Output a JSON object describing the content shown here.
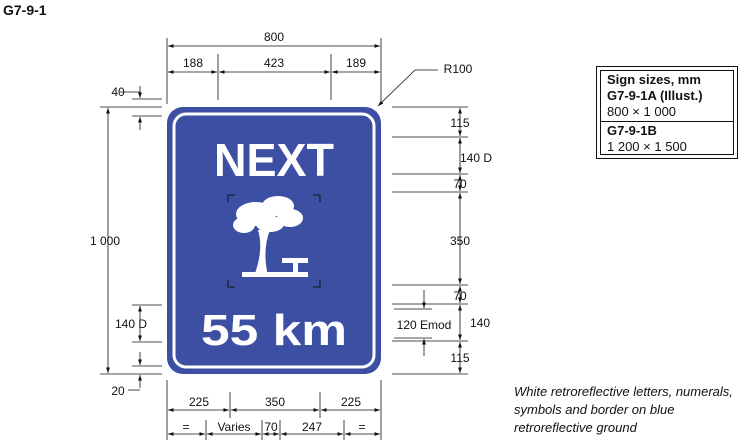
{
  "figure_id": "G7-9-1",
  "sign": {
    "top_text": "NEXT",
    "distance_text": "55 km",
    "symbol": "tree-and-picnic-table-icon",
    "colors": {
      "background": "#3c4fa3",
      "legend": "#ffffff",
      "border": "#ffffff"
    }
  },
  "dimensions": {
    "top_total": "800",
    "top_left": "188",
    "top_middle": "423",
    "top_right": "189",
    "radius": "R100",
    "left_total": "1 000",
    "left_top_margin": "40",
    "left_letter_height": "140 D",
    "left_bottom_margin": "20",
    "right_1": "115",
    "right_2": "140 D",
    "right_3": "70",
    "right_4": "350",
    "right_5": "70",
    "right_6": "140",
    "right_6_note": "120 Emod",
    "right_7": "115",
    "bottom_left": "225",
    "bottom_middle": "350",
    "bottom_right": "225",
    "row_eq_left": "=",
    "row_varies": "Varies",
    "row_70": "70",
    "row_247": "247",
    "row_eq_right": "="
  },
  "sizes_table": {
    "heading": "Sign sizes, mm",
    "variant_a_label": "G7-9-1A (Illust.)",
    "variant_a_size": "800 × 1 000",
    "variant_b_label": "G7-9-1B",
    "variant_b_size": "1 200 × 1 500"
  },
  "caption": "White retroreflective letters, numerals, symbols and border on blue retroreflective ground"
}
